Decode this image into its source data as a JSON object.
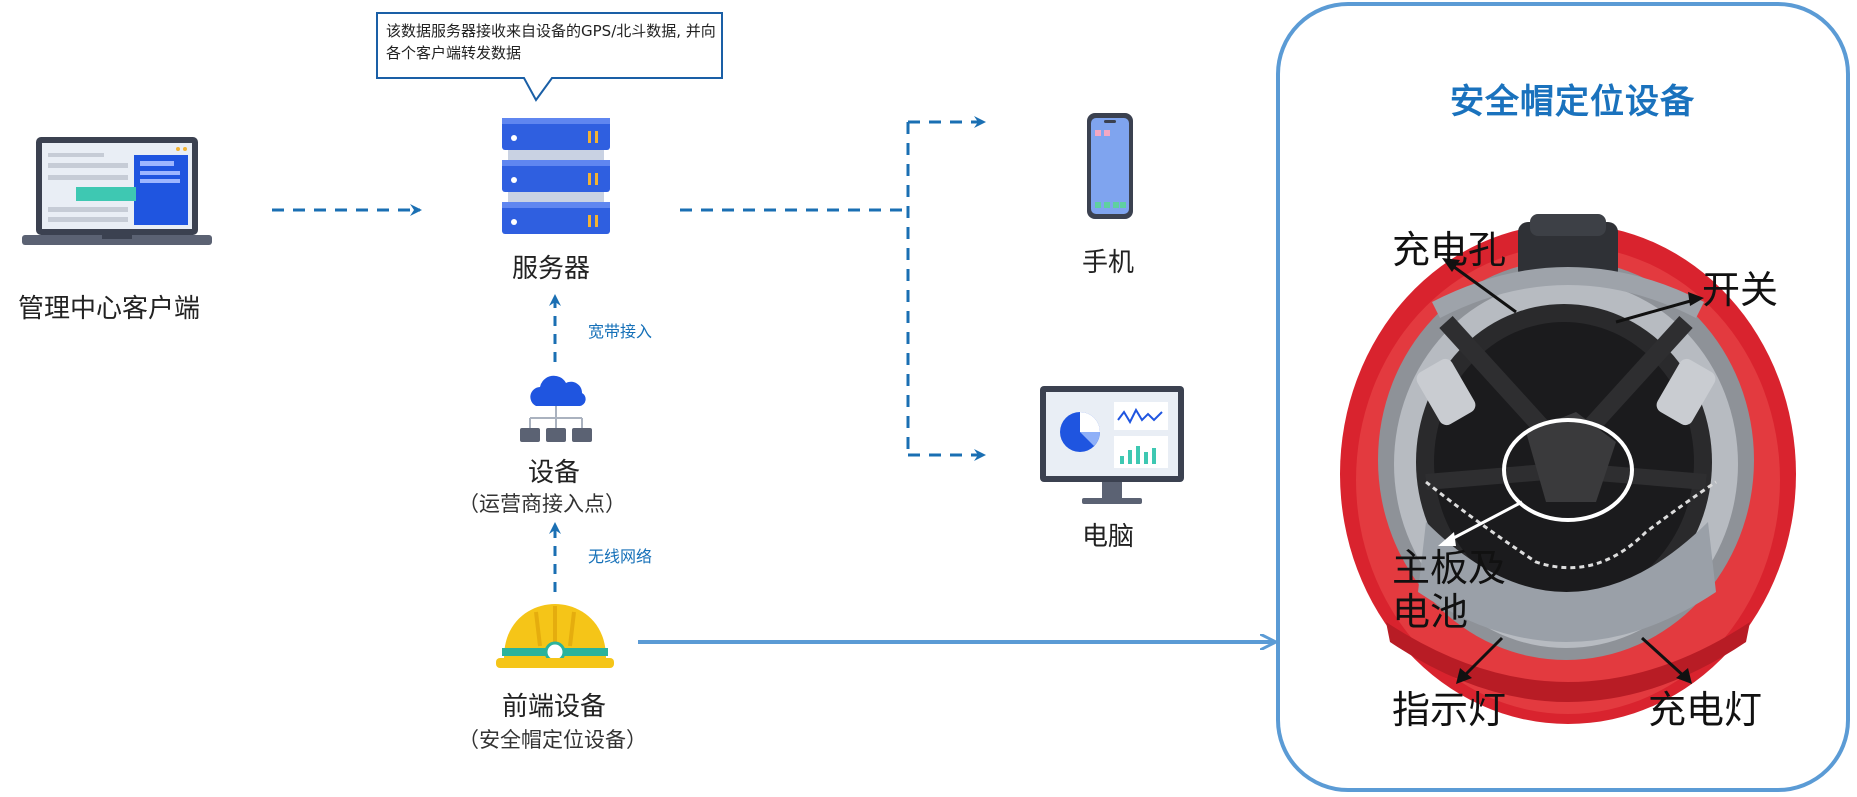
{
  "callout": {
    "text": "该数据服务器接收来自设备的GPS/北斗数据, 并向各个客户端转发数据"
  },
  "nodes": {
    "management_client": {
      "label": "管理中心客户端"
    },
    "server": {
      "label": "服务器"
    },
    "phone": {
      "label": "手机"
    },
    "computer": {
      "label": "电脑"
    },
    "access_device": {
      "label": "设备",
      "sublabel": "（运营商接入点）"
    },
    "front_device": {
      "label": "前端设备",
      "sublabel": "（安全帽定位设备）"
    }
  },
  "edges": {
    "broadband": "宽带接入",
    "wireless": "无线网络"
  },
  "panel": {
    "title": "安全帽定位设备",
    "labels": {
      "charge_port": "充电孔",
      "switch": "开关",
      "mainboard_line1": "主板及",
      "mainboard_line2": "电池",
      "indicator": "指示灯",
      "charge_light": "充电灯"
    }
  },
  "colors": {
    "arrow": "#1a6fb3",
    "panel_border": "#5b9bd5",
    "server": "#2f5fe0",
    "helmet_red": "#d9232e",
    "helmet_yellow": "#f5c518"
  }
}
